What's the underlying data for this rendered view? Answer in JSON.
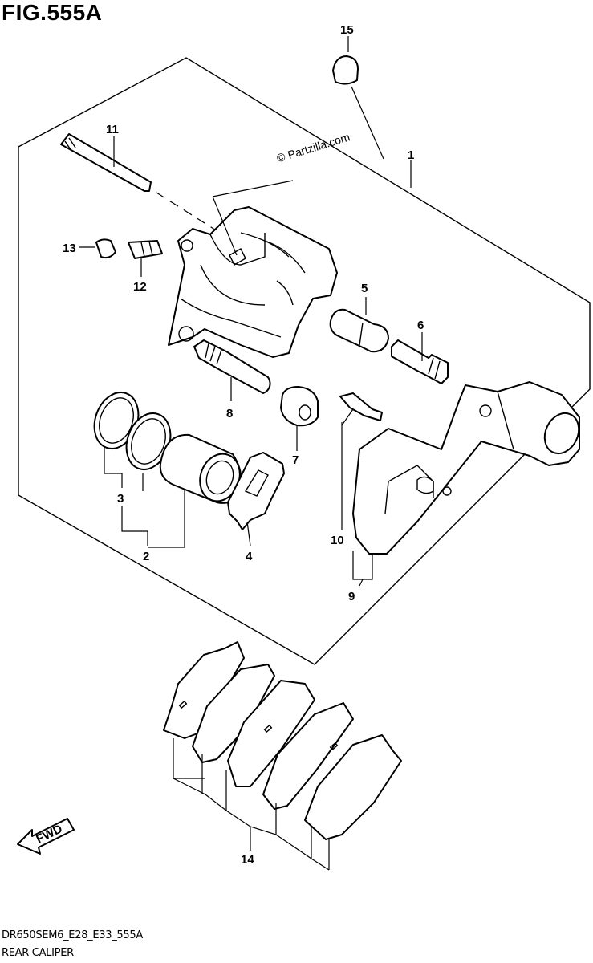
{
  "figure": {
    "title": "FIG.555A",
    "watermark": "© Partzilla.com",
    "drawing_code": "DR650SEM6_E28_E33_555A",
    "caption": "REAR CALIPER",
    "fwd_label": "FWD"
  },
  "callouts": [
    "1",
    "2",
    "3",
    "4",
    "5",
    "6",
    "7",
    "8",
    "9",
    "10",
    "11",
    "12",
    "13",
    "14",
    "15"
  ]
}
